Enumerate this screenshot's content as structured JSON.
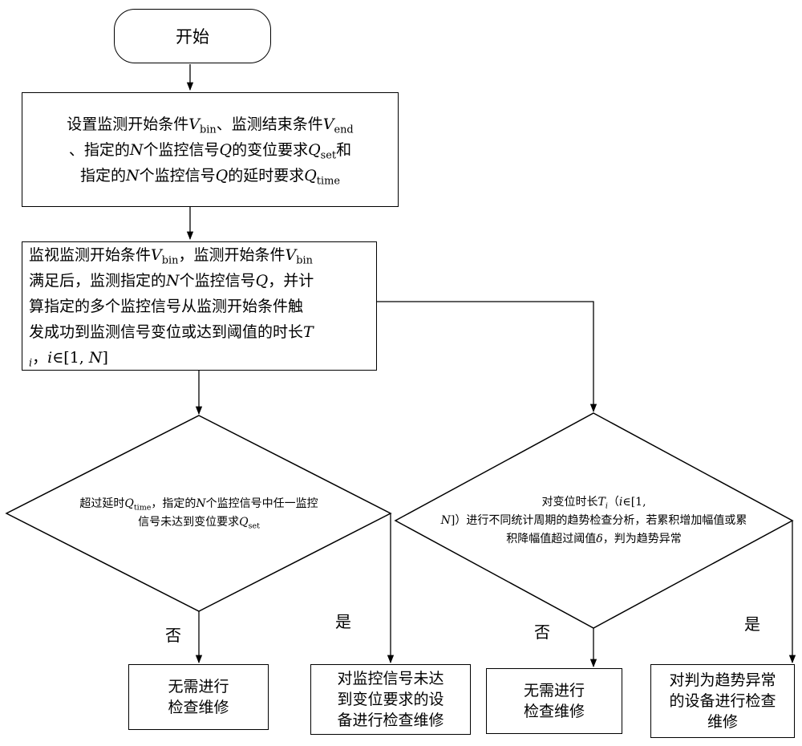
{
  "nodes": {
    "start": "开始",
    "setup": {
      "line1_a": "设置监测开始条件",
      "v1": "V",
      "v1_sub": "bin",
      "line1_b": "、监测结束条件",
      "v2": "V",
      "v2_sub": "end",
      "line2_a": "、指定的",
      "n1": "N",
      "line2_b": "个监控信号",
      "q1": "Q",
      "line2_c": "的变位要求",
      "q2": "Q",
      "q2_sub": "set",
      "line2_d": "和",
      "line3_a": "指定的",
      "n2": "N",
      "line3_b": "个监控信号",
      "q3": "Q",
      "line3_c": "的延时要求",
      "q4": "Q",
      "q4_sub": "time"
    },
    "monitor": {
      "line1_a": "监视监测开始条件",
      "v1": "V",
      "v1_sub": "bin",
      "line1_b": "，监测开始条件",
      "v2": "V",
      "v2_sub": "bin",
      "line2_a": "满足后，监测指定的",
      "n1": "N",
      "line2_b": "个监控信号",
      "q1": "Q",
      "line2_c": "，并计",
      "line3": "算指定的多个监控信号从监测开始条件触",
      "line4_a": "发成功到监测信号变位或达到阈值的时长",
      "t": "T",
      "line5_a": "i",
      "line5_b": "，",
      "i": "i",
      "line5_c": "∈[1, ",
      "n2": "N",
      "line5_d": "]"
    },
    "decision_left": {
      "a": "超过延时",
      "q1": "Q",
      "q1_sub": "time",
      "b": "，指定的",
      "n": "N",
      "c": "个监控信号中任一监控",
      "d": "信号未达到变位要求",
      "q2": "Q",
      "q2_sub": "set"
    },
    "decision_right": {
      "a": "对变位时长",
      "t": "T",
      "t_sub": "i",
      "b": "（",
      "i": "i",
      "c": "∈[1,",
      "n": "N",
      "d": "]）进行不同统计周期的趋势检查分析，若累积增加幅值或累",
      "e": "积降幅值超过阈值",
      "delta": "δ",
      "f": "，判为趋势异常"
    },
    "no_repair_1": "无需进行\n检查维修",
    "repair_signal": "对监控信号未达\n到变位要求的设\n备进行检查维修",
    "no_repair_2": "无需进行\n检查维修",
    "repair_trend": "对判为趋势异常\n的设备进行检查\n维修"
  },
  "edge_labels": {
    "left_no": "否",
    "left_yes": "是",
    "right_no": "否",
    "right_yes": "是"
  }
}
